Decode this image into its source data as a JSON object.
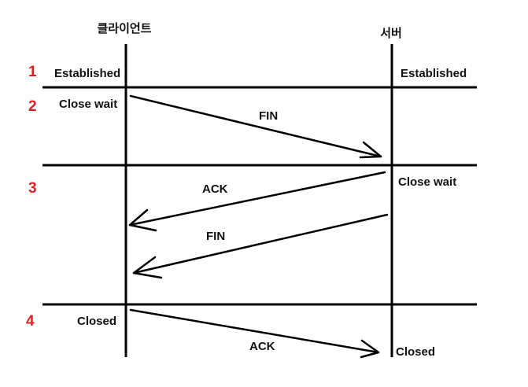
{
  "colors": {
    "line": "#000000",
    "text": "#111111",
    "step_number": "#e02020",
    "background": "#ffffff"
  },
  "headers": {
    "client": "클라이언트",
    "server": "서버"
  },
  "steps": [
    "1",
    "2",
    "3",
    "4"
  ],
  "client_states": {
    "step1": "Established",
    "step2": "Close wait",
    "step4": "Closed"
  },
  "server_states": {
    "step1": "Established",
    "step3": "Close wait",
    "step4": "Closed"
  },
  "messages": [
    {
      "label": "FIN",
      "direction": "client-to-server"
    },
    {
      "label": "ACK",
      "direction": "server-to-client"
    },
    {
      "label": "FIN",
      "direction": "server-to-client"
    },
    {
      "label": "ACK",
      "direction": "client-to-server"
    }
  ]
}
